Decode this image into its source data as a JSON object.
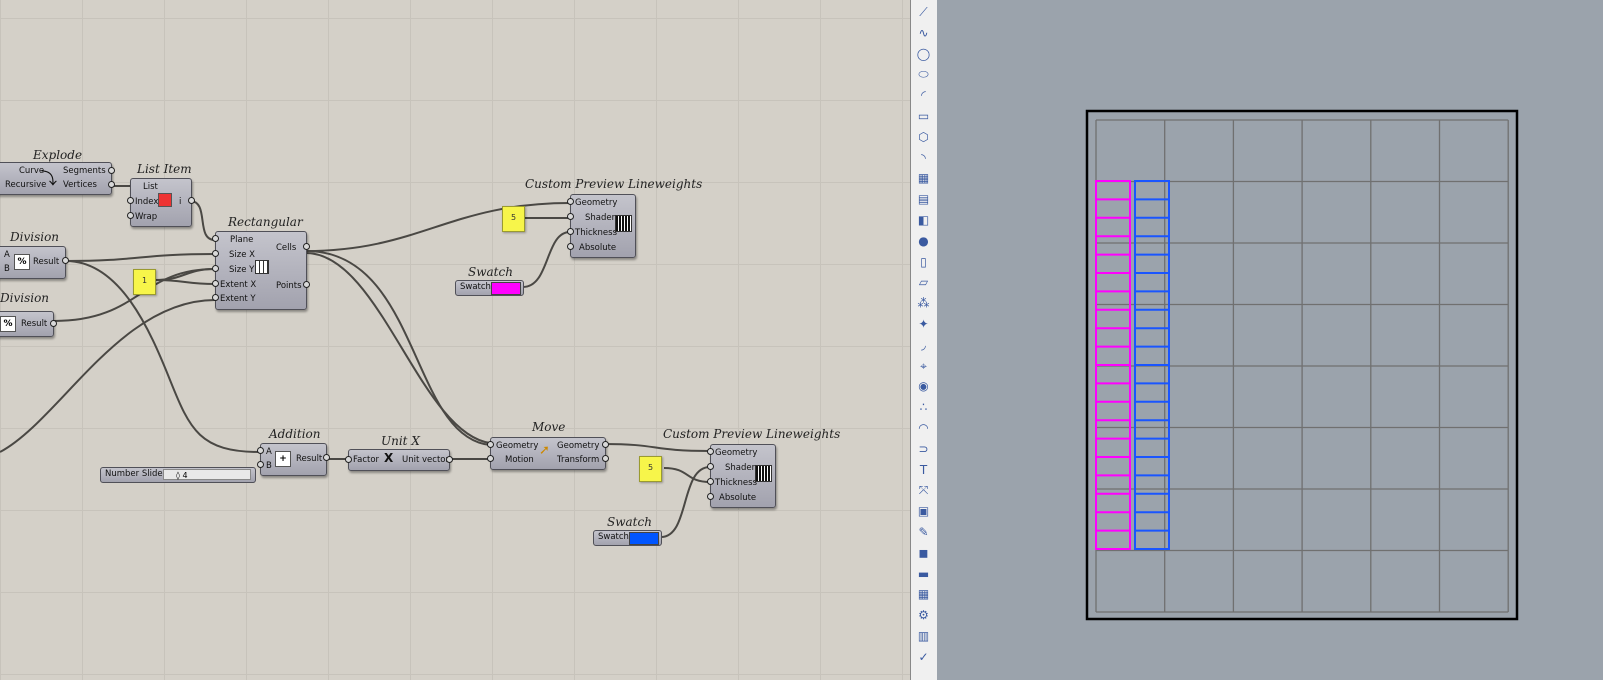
{
  "components": {
    "explode": {
      "title": "Explode",
      "in": [
        "Curve",
        "Recursive"
      ],
      "out": [
        "Segments",
        "Vertices"
      ]
    },
    "list_item": {
      "title": "List Item",
      "in": [
        "List",
        "Index",
        "Wrap"
      ],
      "out": "i"
    },
    "division1": {
      "title": "Division",
      "in": [
        "A",
        "B"
      ],
      "out": "Result"
    },
    "division2": {
      "title": "Division",
      "out": "Result"
    },
    "rectangular": {
      "title": "Rectangular",
      "in": [
        "Plane",
        "Size X",
        "Size Y",
        "Extent X",
        "Extent Y"
      ],
      "out": [
        "Cells",
        "Points"
      ]
    },
    "preview1": {
      "title": "Custom Preview Lineweights",
      "in": [
        "Geometry",
        "Shader",
        "Thickness",
        "Absolute"
      ]
    },
    "preview2": {
      "title": "Custom Preview Lineweights",
      "in": [
        "Geometry",
        "Shader",
        "Thickness",
        "Absolute"
      ]
    },
    "swatch1": {
      "title": "Swatch",
      "label": "Swatch",
      "color": "#ff00ff"
    },
    "swatch2": {
      "title": "Swatch",
      "label": "Swatch",
      "color": "#0055ff"
    },
    "addition": {
      "title": "Addition",
      "in": [
        "A",
        "B"
      ],
      "out": "Result"
    },
    "unit_x": {
      "title": "Unit X",
      "in": "Factor",
      "out": "Unit vector"
    },
    "move": {
      "title": "Move",
      "in": [
        "Geometry",
        "Motion"
      ],
      "out": [
        "Geometry",
        "Transform"
      ]
    },
    "slider": {
      "label": "Number Slider",
      "value": "◊ 4"
    }
  },
  "panels": {
    "p1": "5",
    "p2": "1",
    "p3": "5"
  },
  "toolbar_icons": [
    "polyline-icon",
    "curve-icon",
    "circle-icon",
    "ellipse-icon",
    "arc-icon",
    "rectangle-icon",
    "polygon-icon",
    "fillet-icon",
    "surface-icon",
    "extrude-icon",
    "box-icon",
    "sphere-icon",
    "cylinder-icon",
    "plane-icon",
    "array-icon",
    "explode-icon",
    "dimension-icon",
    "snap-icon",
    "boolean-icon",
    "points-icon",
    "curve-edit-icon",
    "offset-icon",
    "text-icon",
    "transform-icon",
    "group-icon",
    "edit-icon",
    "solid-icon",
    "measure-icon",
    "grid-icon",
    "gumball-icon",
    "block-icon",
    "check-icon"
  ],
  "colors": {
    "magenta": "#ff00ff",
    "blue": "#1a55ff"
  }
}
